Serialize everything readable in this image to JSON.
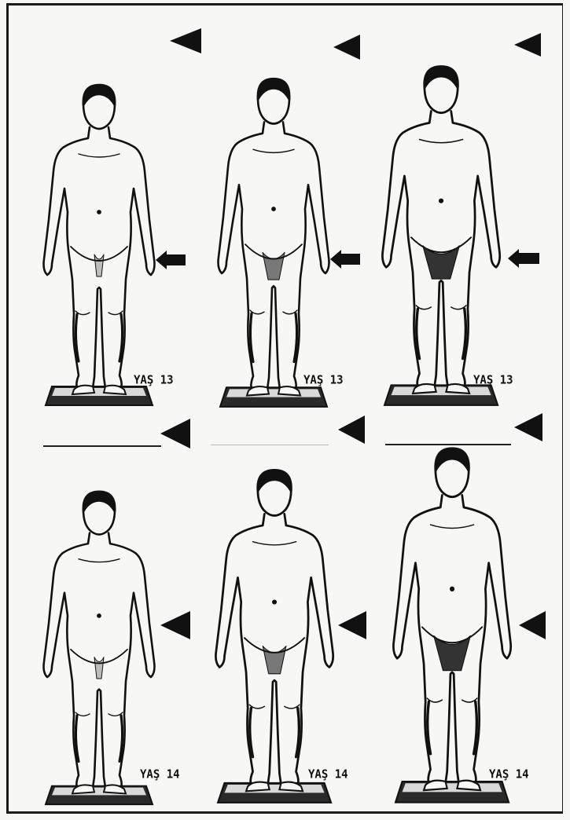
{
  "figures": [
    {
      "label": "YAŞ 13"
    },
    {
      "label": "YAŞ 13"
    },
    {
      "label": "YAŞ 13"
    },
    {
      "label": "YAŞ 14"
    },
    {
      "label": "YAŞ 14"
    },
    {
      "label": "YAŞ 14"
    }
  ],
  "icons": {
    "pointer": "triangle-arrow-left-icon",
    "side_arrow": "block-arrow-left-icon"
  },
  "colors": {
    "ink": "#111111",
    "paper": "#f7f7f5"
  }
}
